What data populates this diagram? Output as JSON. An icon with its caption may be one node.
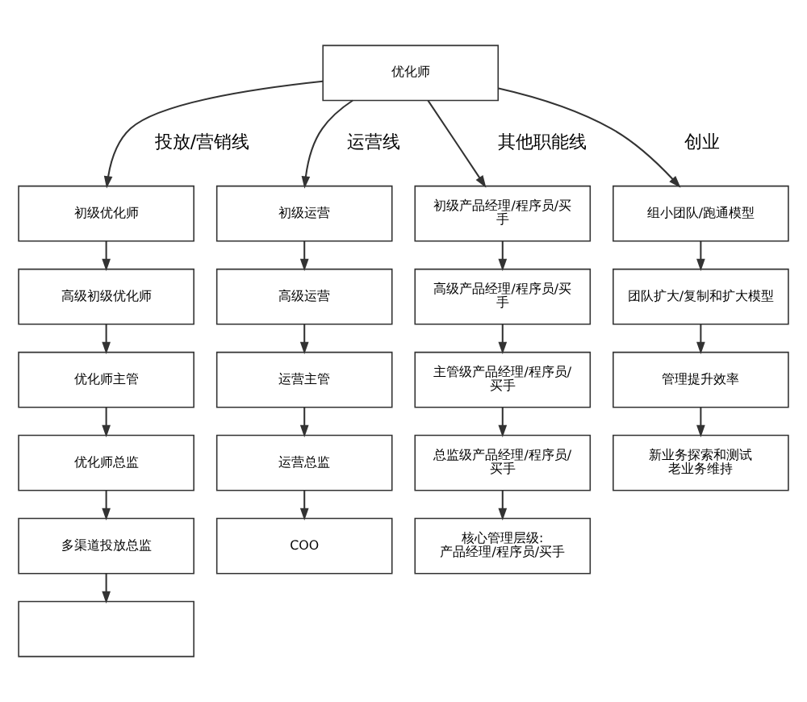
{
  "diagram": {
    "nodes": [
      {
        "text": [
          "优化师"
        ]
      },
      {
        "text": [
          "初级优化师"
        ]
      },
      {
        "text": [
          "高级初级优化师"
        ]
      },
      {
        "text": [
          "优化师主管"
        ]
      },
      {
        "text": [
          "优化师总监"
        ]
      },
      {
        "text": [
          "多渠道投放总监"
        ]
      },
      {
        "text": [],
        "shape": "box"
      },
      {
        "text": [
          "初级运营"
        ]
      },
      {
        "text": [
          "高级运营"
        ]
      },
      {
        "text": [
          "运营主管"
        ]
      },
      {
        "text": [
          "运营总监"
        ]
      },
      {
        "text": [
          "COO"
        ]
      },
      {
        "text": [
          "初级产品经理/程序员/买手"
        ]
      },
      {
        "text": [
          "高级产品经理/程序员/买手"
        ]
      },
      {
        "text": [
          "主管级产品经理/程序员/买手"
        ]
      },
      {
        "text": [
          "总监级产品经理/程序员/买手"
        ]
      },
      {
        "text": [
          "核心管理层级:",
          "产品经理/程序员/买手"
        ]
      },
      {
        "text": [
          "组小团队/跑通模型"
        ]
      },
      {
        "text": [
          "团队扩大/复制和扩大模型"
        ]
      },
      {
        "text": [
          "管理提升效率"
        ]
      },
      {
        "text": [
          "新业务探索和测试",
          "老业务维持"
        ]
      }
    ],
    "edges": [
      {
        "from": 0,
        "to": 1,
        "arrow": "to"
      },
      {
        "from": 0,
        "to": 7,
        "arrow": "to"
      },
      {
        "from": 0,
        "to": 12,
        "arrow": "to"
      },
      {
        "from": 0,
        "to": 17,
        "arrow": "to"
      },
      {
        "from": 1,
        "to": 2,
        "arrow": "to"
      },
      {
        "from": 2,
        "to": 3,
        "arrow": "to"
      },
      {
        "from": 3,
        "to": 4,
        "arrow": "to"
      },
      {
        "from": 4,
        "to": 5,
        "arrow": "to"
      },
      {
        "from": 5,
        "to": 6,
        "arrow": "to"
      },
      {
        "from": 7,
        "to": 8,
        "arrow": "to"
      },
      {
        "from": 8,
        "to": 9,
        "arrow": "to"
      },
      {
        "from": 9,
        "to": 10,
        "arrow": "to"
      },
      {
        "from": 10,
        "to": 11,
        "arrow": "to"
      },
      {
        "from": 12,
        "to": 13,
        "arrow": "to"
      },
      {
        "from": 13,
        "to": 14,
        "arrow": "to"
      },
      {
        "from": 14,
        "to": 15,
        "arrow": "to"
      },
      {
        "from": 15,
        "to": 16,
        "arrow": "to"
      },
      {
        "from": 17,
        "to": 18,
        "arrow": "to"
      },
      {
        "from": 18,
        "to": 19,
        "arrow": "to"
      },
      {
        "from": 19,
        "to": 20,
        "arrow": "to"
      }
    ],
    "labels": [
      "投放/营销线",
      "运营线",
      "其他职能线",
      "创业"
    ]
  }
}
